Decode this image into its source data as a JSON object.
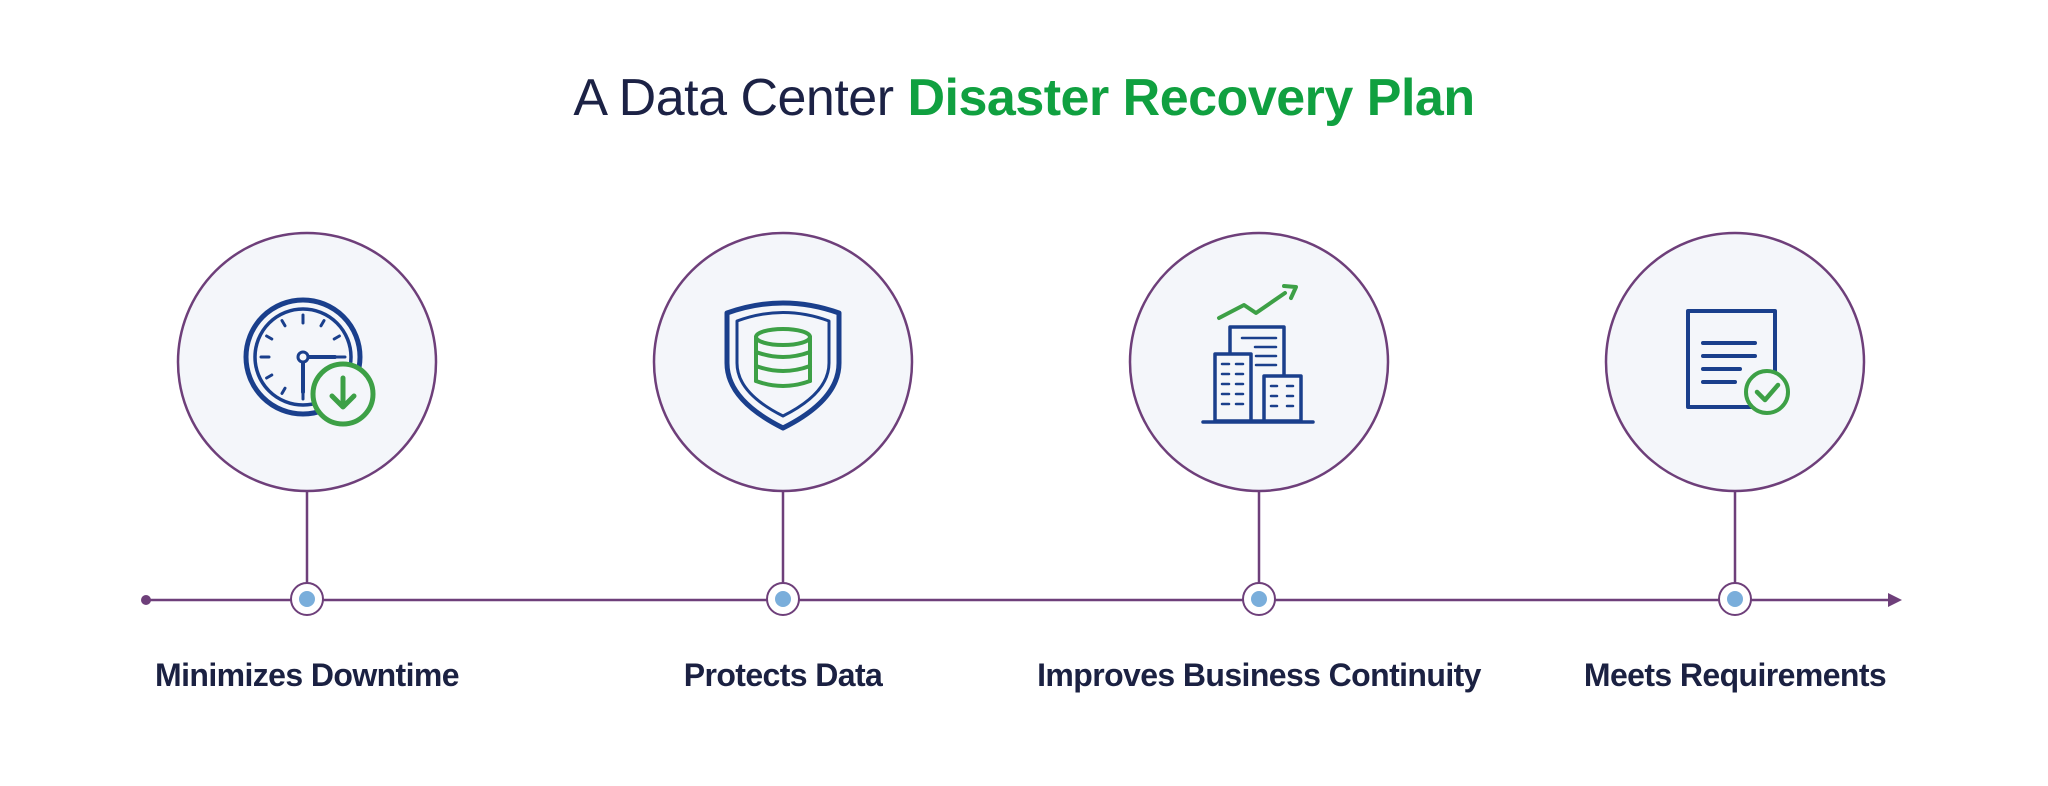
{
  "title": {
    "prefix": "A Data Center",
    "highlight": "Disaster Recovery Plan"
  },
  "colors": {
    "title_dark": "#1c2245",
    "title_accent": "#10a040",
    "circle_fill": "#f4f6fa",
    "circle_stroke": "#6e3f7a",
    "icon_blue": "#1a3f8c",
    "icon_green": "#3da046",
    "node_dot": "#7aaedb"
  },
  "steps": [
    {
      "label": "Minimizes Downtime",
      "icon": "clock-download-icon"
    },
    {
      "label": "Protects Data",
      "icon": "shield-database-icon"
    },
    {
      "label": "Improves Business Continuity",
      "icon": "buildings-growth-icon"
    },
    {
      "label": "Meets Requirements",
      "icon": "document-check-icon"
    }
  ]
}
